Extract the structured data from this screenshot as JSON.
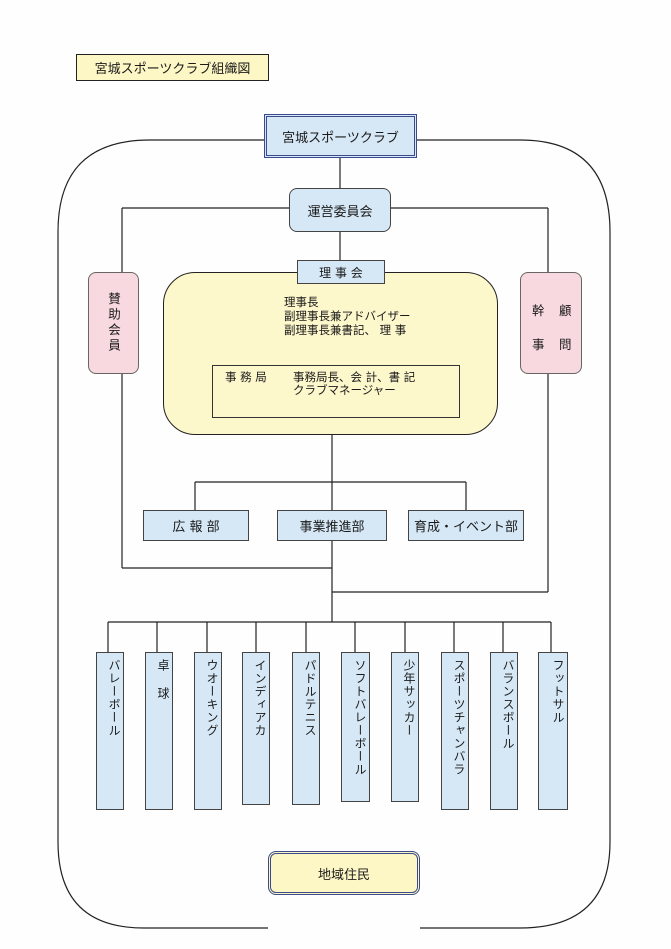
{
  "title": "宮城スポーツクラブ組織図",
  "top_box": "宮城スポーツクラブ",
  "steering": "運営委員会",
  "board": {
    "label": "理 事 会",
    "members": [
      "理事長",
      "副理事長兼アドバイザー",
      "副理事長兼書記、 理 事"
    ]
  },
  "office": {
    "label": "事 務 局",
    "line1": "事務局長、会 計、書 記",
    "line2": "クラブマネージャー"
  },
  "supporters": "賛助会員",
  "advisors": [
    "幹",
    "顧",
    "事",
    "問"
  ],
  "departments": [
    "広 報 部",
    "事業推進部",
    "育成・イベント部"
  ],
  "clubs": [
    "バレーボール",
    "卓 球",
    "ウオーキング",
    "インディアカ",
    "パドルテニス",
    "ソフトバレーボール",
    "少年サッカー",
    "スポーツチャンバラ",
    "バランスボール",
    "フットサル"
  ],
  "residents": "地域住民"
}
